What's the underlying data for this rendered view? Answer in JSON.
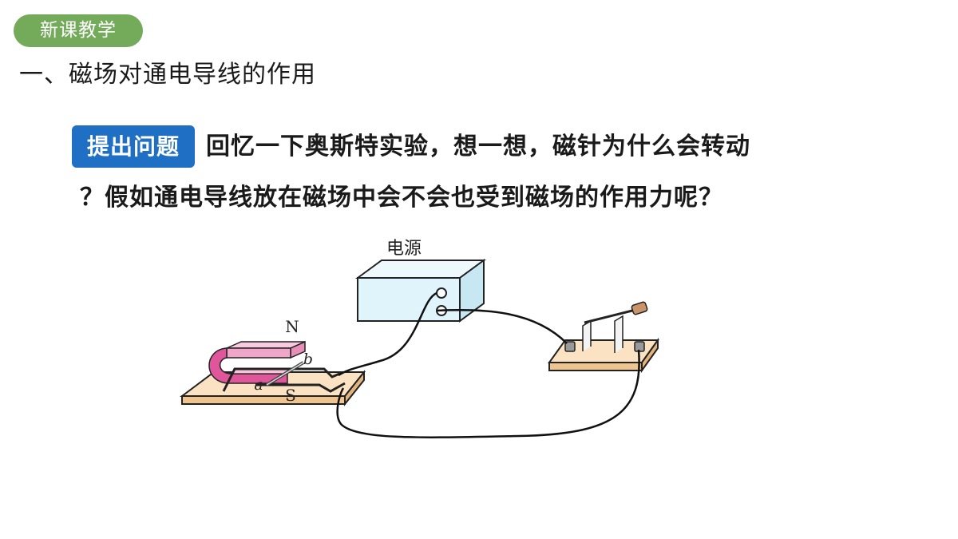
{
  "section_tag": "新课教学",
  "heading": "一、磁场对通电导线的作用",
  "question_badge": "提出问题",
  "question_line1": "回忆一下奥斯特实验，想一想，磁针为什么会转动",
  "question_line2": "？假如通电导线放在磁场中会不会也受到磁场的作用力呢？",
  "diagram": {
    "power_label": "电源",
    "north_label": "N",
    "south_label": "S",
    "point_a": "a",
    "point_b": "b"
  },
  "colors": {
    "tag_green": "#73ab5b",
    "badge_blue": "#1f6fc4",
    "board_wood": "#f6d3a6",
    "magnet_pink": "#f0a6c8",
    "power_box": "#dff4fb"
  }
}
